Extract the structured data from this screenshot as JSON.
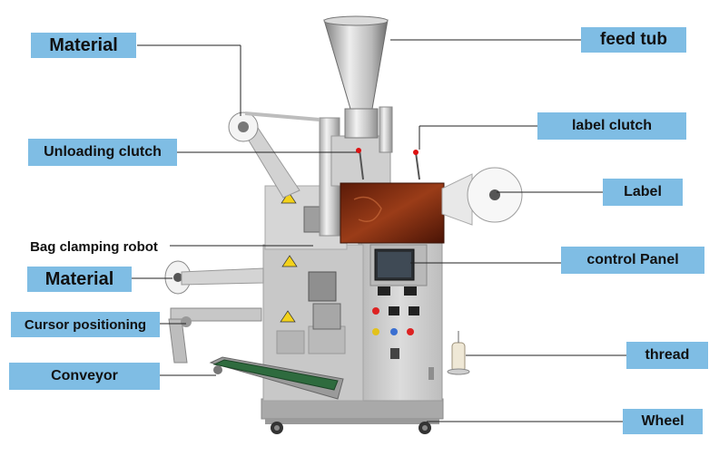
{
  "labels": {
    "material_top": "Material",
    "unloading_clutch": "Unloading clutch",
    "bag_clamping_robot": "Bag clamping robot",
    "material_mid": "Material",
    "cursor_positioning": "Cursor positioning",
    "conveyor": "Conveyor",
    "feed_tub": "feed tub",
    "label_clutch": "label clutch",
    "label": "Label",
    "control_panel": "control Panel",
    "thread": "thread",
    "wheel": "Wheel"
  },
  "colors": {
    "label_bg": "#7fbde4",
    "leader_line": "#222222",
    "machine_body": "#c9c9c9",
    "label_panel": "#7a2a10"
  }
}
